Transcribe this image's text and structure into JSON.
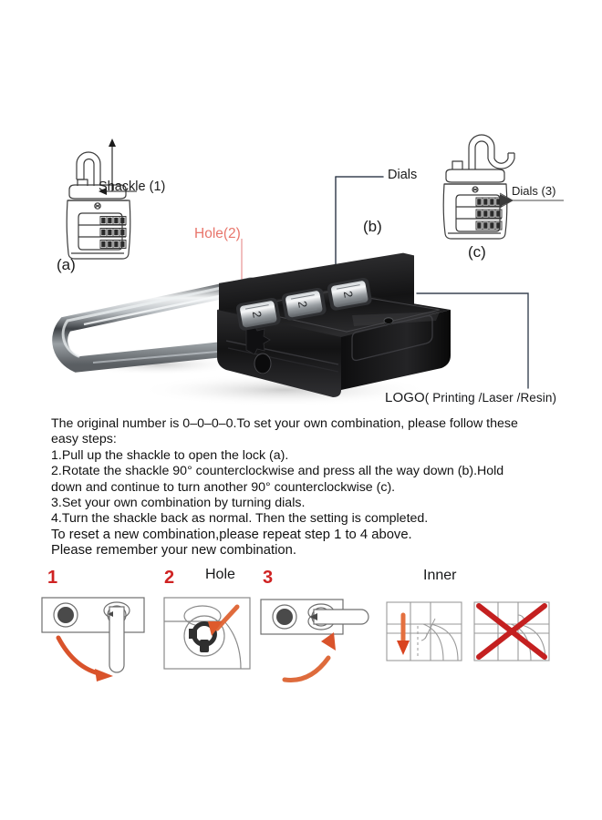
{
  "document": {
    "kind": "product-instruction-sheet",
    "title": "Combination Padlock Setting Instructions",
    "background_color": "#ffffff"
  },
  "colors": {
    "accent_red": "#cf2222",
    "arrow_orange": "#d9532b",
    "hole_label_pink": "#e8756b",
    "leader_line": "#3a4452",
    "line_art": "#3c3c3c",
    "text": "#121212",
    "cross_red": "#c42020"
  },
  "top_diagram": {
    "labels": {
      "shackle": "Shackle (1)",
      "dials": "Dials",
      "dials_three": "Dials (3)",
      "hole": "Hole(2)",
      "fig_a": "(a)",
      "fig_b": "(b)",
      "fig_c": "(c)",
      "logo_main": "LOGO",
      "logo_paren": "( Printing /Laser /Resin)"
    },
    "figures": [
      {
        "id": "a",
        "caption": "(a)",
        "description": "line-drawing padlock, shackle pulled up"
      },
      {
        "id": "b",
        "caption": "(b)",
        "description": "photo of black combination lock body with three dials"
      },
      {
        "id": "c",
        "caption": "(c)",
        "description": "line-drawing padlock, shackle rotated open"
      }
    ]
  },
  "instructions": {
    "lines": [
      "The original number is 0–0–0–0.To set your own combination, please follow these",
      "easy steps:",
      "1.Pull up the shackle to open the lock (a).",
      "2.Rotate the shackle 90°  counterclockwise and press all the way down (b).Hold",
      "down and continue to turn another 90°  counterclockwise (c).",
      "3.Set your own combination by turning dials.",
      "4.Turn the shackle back as normal. Then the setting is completed.",
      "To reset a new combination,please repeat step 1 to 4 above.",
      "Please remember your new combination."
    ]
  },
  "bottom_steps": {
    "numbers": [
      "1",
      "2",
      "3"
    ],
    "captions": {
      "hole": "Hole",
      "inner": "Inner"
    },
    "panels": [
      {
        "num": "1",
        "description": "lock top view, shackle rotating clockwise out",
        "arrow": "curved-arrow-down-right"
      },
      {
        "num": "2",
        "description": "close-up of keyhole / hole shape",
        "arrow": "straight-arrow-pointing-left-down",
        "caption": "Hole"
      },
      {
        "num": "3",
        "description": "lock top view, shackle laid flat, arrow curving up",
        "arrow": "curved-arrow-up"
      },
      {
        "num": "",
        "description": "inner mechanism correct orientation",
        "caption": "Inner",
        "mark": "down-arrow"
      },
      {
        "num": "",
        "description": "inner mechanism incorrect orientation",
        "mark": "red-cross"
      }
    ]
  }
}
